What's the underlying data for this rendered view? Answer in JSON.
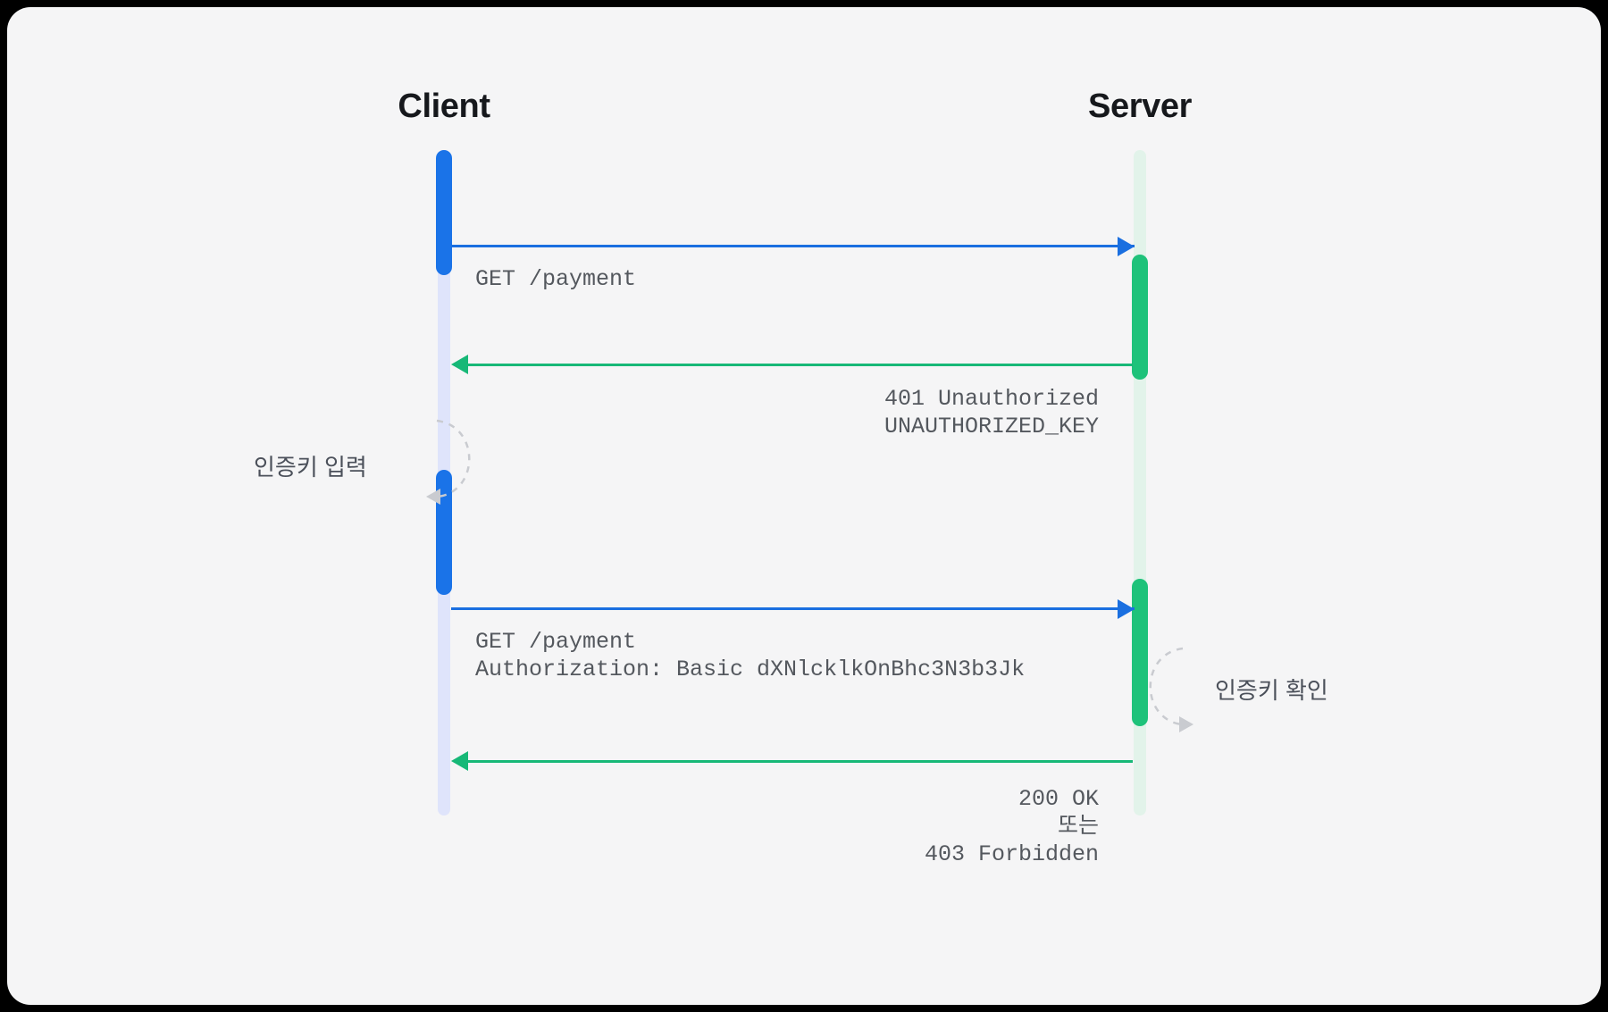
{
  "diagram": {
    "type": "sequence-diagram",
    "background_color": "#f5f5f6",
    "page_backdrop_color": "#000000",
    "actors": [
      {
        "id": "client",
        "label": "Client",
        "lifeline_color": "#dfe4fb",
        "activation_color": "#1a73e8"
      },
      {
        "id": "server",
        "label": "Server",
        "lifeline_color": "#e2f3ea",
        "activation_color": "#1ec27a"
      }
    ],
    "messages": [
      {
        "id": "request-1",
        "from": "client",
        "to": "server",
        "direction": "right",
        "color": "#1a6fe0",
        "text": "GET /payment",
        "align": "left"
      },
      {
        "id": "response-1",
        "from": "server",
        "to": "client",
        "direction": "left",
        "color": "#17b877",
        "text": "401 Unauthorized\nUNAUTHORIZED_KEY",
        "align": "right"
      },
      {
        "id": "request-2",
        "from": "client",
        "to": "server",
        "direction": "right",
        "color": "#1a6fe0",
        "text": "GET /payment\nAuthorization: Basic dXNlcklkOnBhc3N3b3Jk",
        "align": "left"
      },
      {
        "id": "response-2",
        "from": "server",
        "to": "client",
        "direction": "left",
        "color": "#17b877",
        "text": "200 OK\n또는\n403 Forbidden",
        "align": "right"
      }
    ],
    "self_loops": [
      {
        "id": "client-self-loop",
        "actor": "client",
        "label": "인증키 입력",
        "side": "left",
        "stroke": "#c9cbd0",
        "style": "dashed"
      },
      {
        "id": "server-self-loop",
        "actor": "server",
        "label": "인증키 확인",
        "side": "right",
        "stroke": "#c9cbd0",
        "style": "dashed"
      }
    ]
  }
}
